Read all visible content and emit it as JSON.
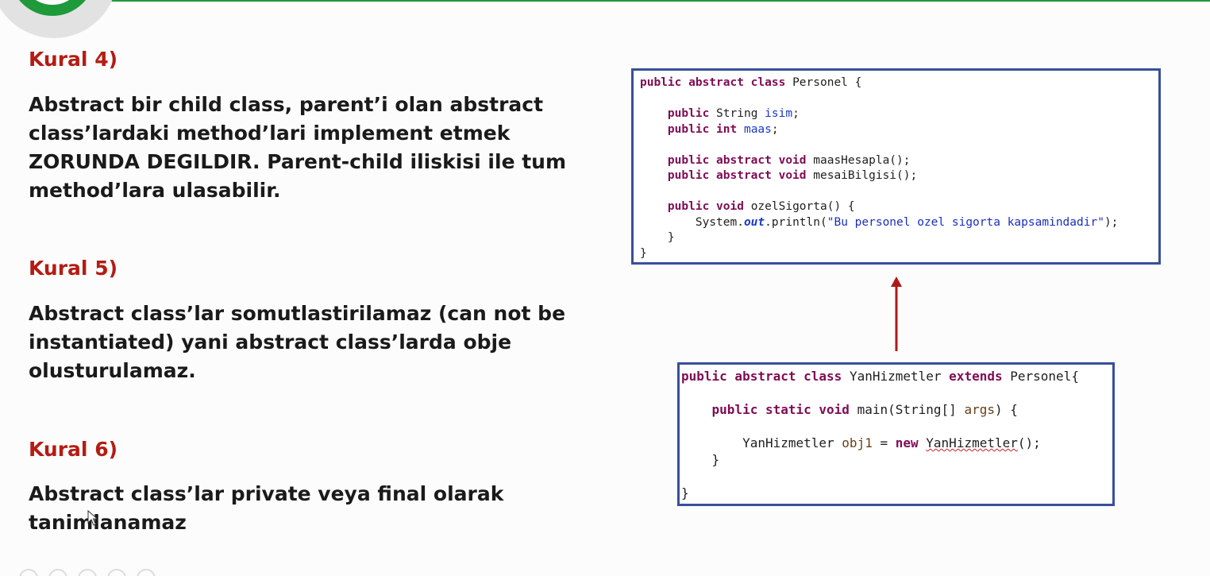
{
  "rules": [
    {
      "title": "Kural 4)",
      "lines": [
        "Abstract bir child class, parent’i olan abstract",
        "class’lardaki method’lari implement etmek",
        "ZORUNDA DEGILDIR. Parent-child iliskisi ile tum",
        "method’lara ulasabilir."
      ]
    },
    {
      "title": "Kural 5)",
      "lines": [
        "Abstract class’lar somutlastirilamaz (can not be",
        "instantiated) yani abstract class’larda obje",
        "olusturulamaz."
      ]
    },
    {
      "title": "Kural 6)",
      "lines": [
        "Abstract class’lar private veya final olarak",
        "tanimlanamaz"
      ]
    }
  ],
  "code_parent": {
    "class_decl_kw": "public abstract class",
    "class_name": "Personel {",
    "field1_kw": "public",
    "field1_type": "String",
    "field1_name": "isim",
    "field2_kw": "public int",
    "field2_name": "maas",
    "method1_kw": "public abstract void",
    "method1_sig": "maasHesapla();",
    "method2_kw": "public abstract void",
    "method2_sig": "mesaiBilgisi();",
    "method3_kw": "public void",
    "method3_sig": "ozelSigorta() {",
    "println_system": "System.",
    "println_out": "out",
    "println_call": ".println(",
    "println_string": "\"Bu personel ozel sigorta kapsamindadir\"",
    "println_end": ");",
    "close_inner": "}",
    "close_outer": "}"
  },
  "code_child": {
    "class_decl_kw": "public abstract class",
    "class_name": "YanHizmetler",
    "extends_kw": "extends",
    "parent_name": "Personel{",
    "main_kw": "public static void",
    "main_sig_a": "main(String[]",
    "main_arg": "args",
    "main_sig_b": ") {",
    "stmt_type": "YanHizmetler",
    "stmt_var": "obj1",
    "stmt_eq": " = ",
    "stmt_new": "new",
    "stmt_ctor": "YanHizmetler",
    "stmt_end": "();",
    "close_inner": "}",
    "close_outer": "}"
  },
  "colors": {
    "rule_title": "#b31d14",
    "body_text": "#1a1a1a",
    "code_keyword": "#7f0c55",
    "code_field": "#1a38c8",
    "box_border": "#37509b",
    "arrow": "#b01818",
    "accent_green": "#1e9a3a"
  }
}
